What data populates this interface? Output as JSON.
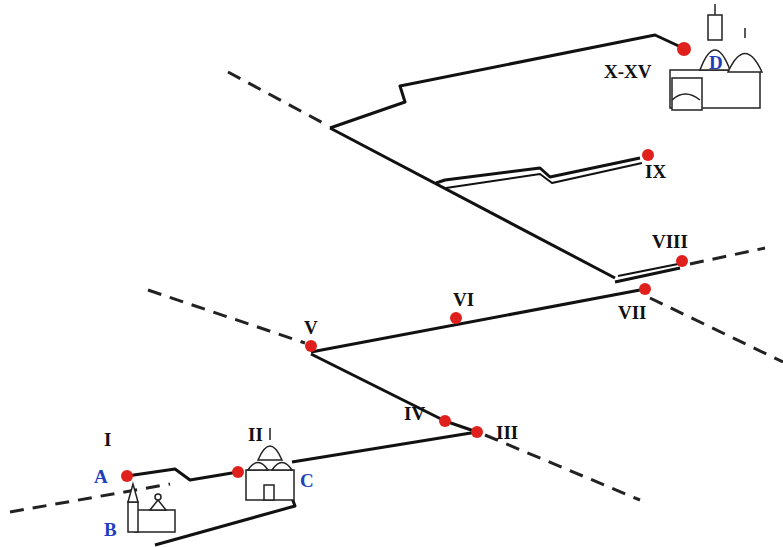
{
  "diagram": {
    "labels": [
      "I",
      "A",
      "II",
      "B",
      "C",
      "III",
      "IV",
      "V",
      "VI",
      "VII",
      "VIII",
      "IX",
      "X-XV",
      "D"
    ]
  }
}
